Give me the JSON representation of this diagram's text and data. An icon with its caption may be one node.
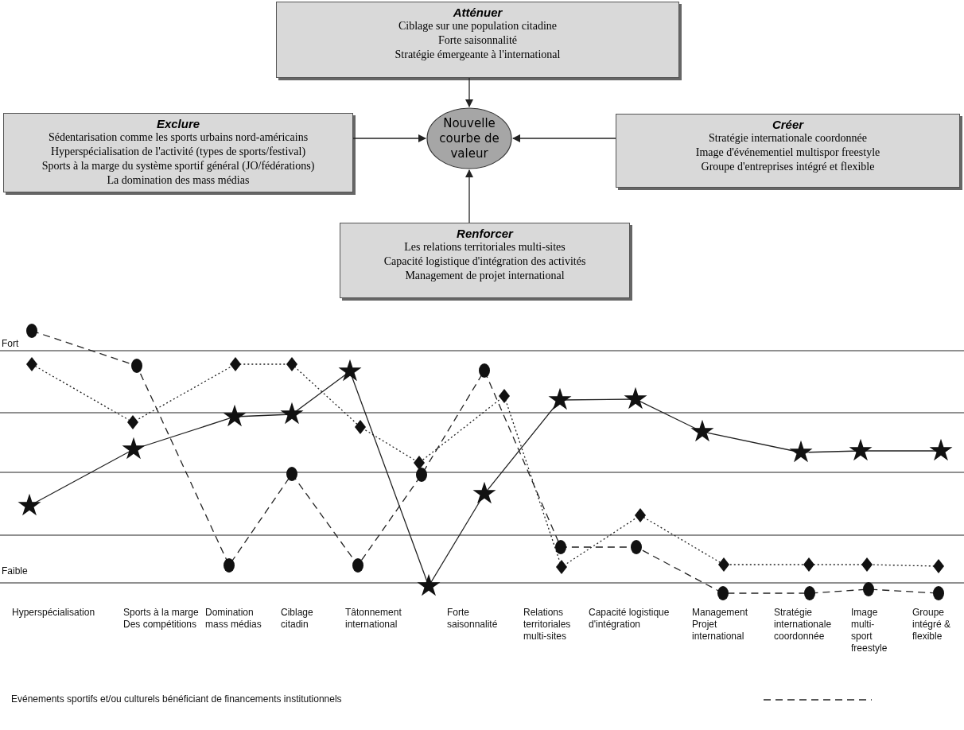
{
  "diagram": {
    "nodes": [
      {
        "text": [
          "Atténuer",
          "Ciblage sur une population citadine",
          "Forte saisonnalité",
          "Stratégie émergeante à l'international"
        ]
      },
      {
        "text": [
          "Exclure",
          "Sédentarisation comme les sports urbains nord-américains",
          "Hyperspécialisation de l'activité (types de sports/festival)",
          "Sports à la marge du système sportif général (JO/fédérations)",
          "La domination des mass médias"
        ]
      },
      {
        "text": [
          "Nouvelle courbe de valeur"
        ]
      },
      {
        "text": [
          "Créer",
          "Stratégie internationale coordonnée",
          "Image d'événementiel multispor freestyle",
          "Groupe d'entreprises intégré et flexible"
        ]
      },
      {
        "text": [
          "Renforcer",
          "Les relations territoriales multi-sites",
          "Capacité logistique d'intégration des activités",
          "Management de projet international"
        ]
      }
    ],
    "edges": [
      {
        "from": 0,
        "to": 2,
        "arrow": "to"
      },
      {
        "from": 1,
        "to": 2,
        "arrow": "to"
      },
      {
        "from": 3,
        "to": 2,
        "arrow": "to"
      },
      {
        "from": 4,
        "to": 2,
        "arrow": "to"
      }
    ],
    "labels": [
      "Fort",
      "Faible",
      "Hyperspécialisation",
      "Sports à la marge Des compétitions",
      "Domination mass médias",
      "Ciblage citadin",
      "Tâtonnement international",
      "Forte saisonnalité",
      "Relations territoriales multi-sites",
      "Capacité logistique d'intégration",
      "Management Projet international",
      "Stratégie internationale coordonnée",
      "Image multi-sport freestyle",
      "Groupe intégré & flexible"
    ],
    "legend": [
      {
        "text": "Evénements sportifs et/ou culturels bénéficiant de financements institutionnels"
      }
    ]
  }
}
